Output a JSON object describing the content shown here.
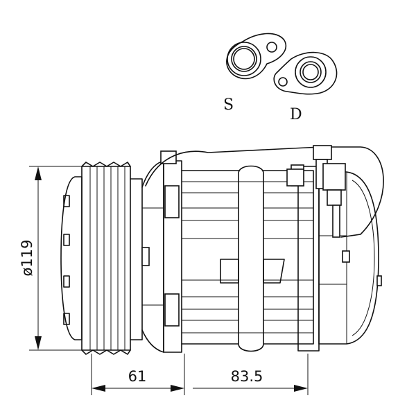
{
  "ports": {
    "suction_label": "S",
    "discharge_label": "D"
  },
  "dimensions": {
    "diameter_label": "ø119",
    "pulley_offset_label": "61",
    "body_length_label": "83.5"
  }
}
